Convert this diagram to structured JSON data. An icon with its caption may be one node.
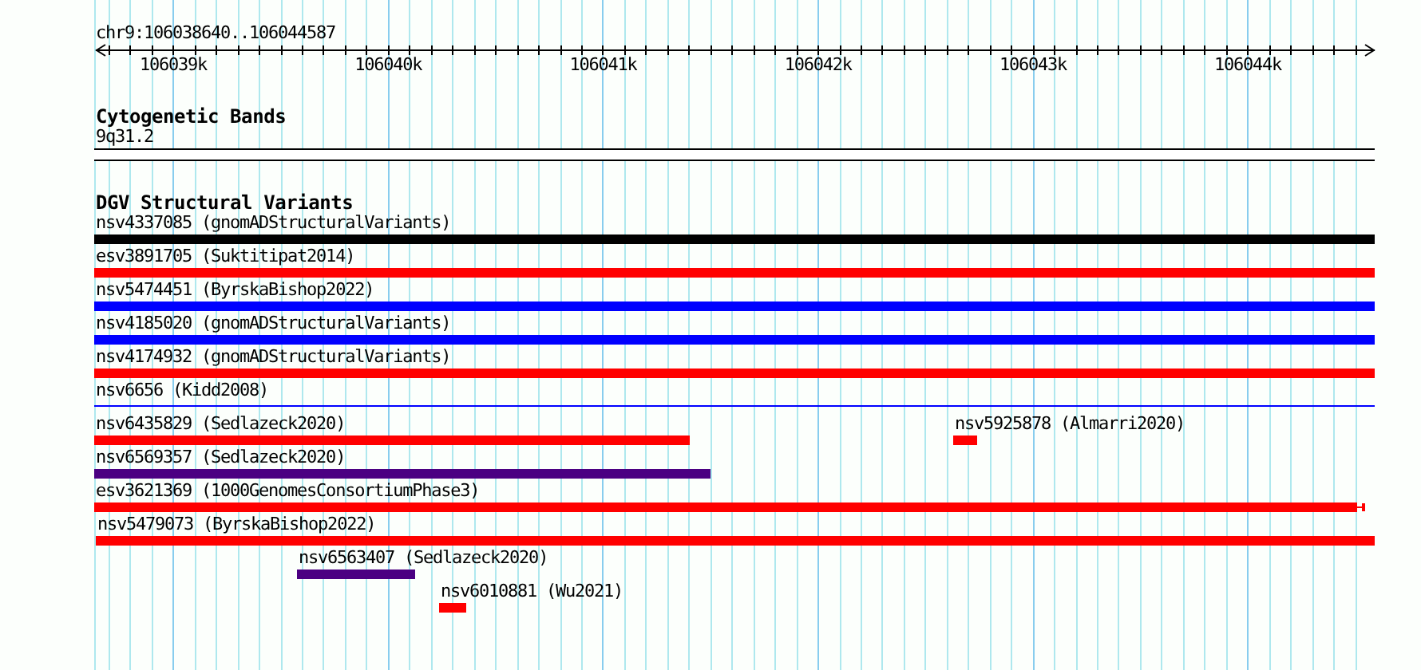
{
  "diagram": {
    "nodes": [
      {
        "text": [
          "9q31.2"
        ]
      },
      {
        "text": [
          "nsv4337085 (gnomADStructuralVariants)"
        ]
      },
      {
        "text": [
          "esv3891705 (Suktitipat2014)"
        ]
      },
      {
        "text": [
          "nsv5474451 (ByrskaBishop2022)"
        ]
      },
      {
        "text": [
          "nsv4185020 (gnomADStructuralVariants)"
        ]
      },
      {
        "text": [
          "nsv4174932 (gnomADStructuralVariants)"
        ]
      },
      {
        "text": [
          "nsv6656 (Kidd2008)"
        ]
      },
      {
        "text": [
          "nsv6435829 (Sedlazeck2020)"
        ]
      },
      {
        "text": [
          "nsv5925878 (Almarri2020)"
        ]
      },
      {
        "text": [
          "nsv6569357 (Sedlazeck2020)"
        ]
      },
      {
        "text": [
          "esv3621369 (1000GenomesConsortiumPhase3)"
        ]
      },
      {
        "text": [
          "nsv5479073 (ByrskaBishop2022)"
        ]
      },
      {
        "text": [
          "nsv6563407 (Sedlazeck2020)"
        ]
      },
      {
        "text": [
          "nsv6010881 (Wu2021)"
        ]
      }
    ],
    "labels": [
      "chr9:106038640..106044587",
      "106039k",
      "106040k",
      "106041k",
      "106042k",
      "106043k",
      "106044k",
      "Cytogenetic Bands",
      "DGV Structural Variants"
    ]
  }
}
